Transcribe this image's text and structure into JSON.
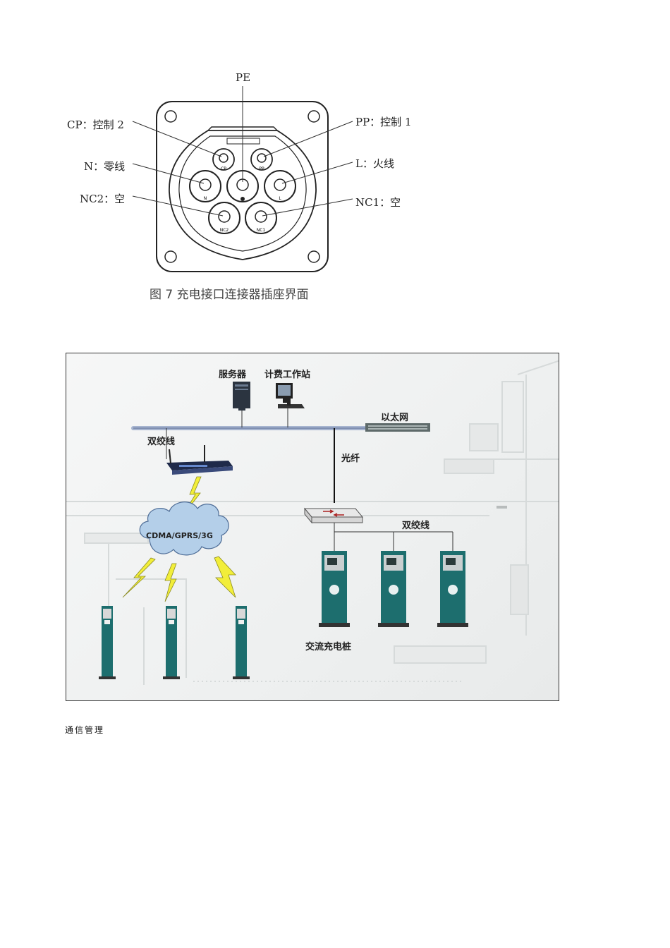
{
  "connector_figure": {
    "labels": {
      "pe": "PE",
      "cp": "CP：控制 2",
      "pp": "PP：控制 1",
      "n": "N：零线",
      "l": "L：火线",
      "nc2": "NC2：空",
      "nc1": "NC1：空"
    },
    "pin_marks": {
      "cp": "CP",
      "pp": "PP",
      "n": "N",
      "l": "L",
      "nc2": "NC2",
      "nc1": "NC1"
    },
    "caption": "图 7  充电接口连接器插座界面"
  },
  "network_diagram": {
    "server": "服务器",
    "billing_station": "计费工作站",
    "ethernet": "以太网",
    "twisted_pair_left": "双绞线",
    "fiber": "光纤",
    "wireless": "CDMA/GPRS/3G",
    "twisted_pair_right": "双绞线",
    "ac_charger": "交流充电桩"
  },
  "footer_note": "通信管理",
  "colors": {
    "bus": "#8aa0c8",
    "charger_teal": "#1d6e6e",
    "cloud": "#a9c6e6",
    "lightning": "#e8e23a"
  }
}
